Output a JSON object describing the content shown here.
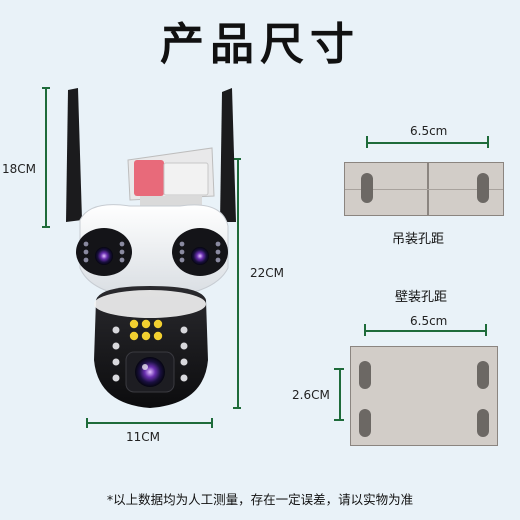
{
  "title": "产品尺寸",
  "camera": {
    "height_label": "18CM",
    "total_height_label": "22CM",
    "width_label": "11CM"
  },
  "hanging_mount": {
    "width_label": "6.5cm",
    "caption": "吊装孔距"
  },
  "wall_mount": {
    "caption": "壁装孔距",
    "width_label": "6.5cm",
    "height_label": "2.6CM"
  },
  "footnote": "*以上数据均为人工测量，存在一定误差，请以实物为准"
}
